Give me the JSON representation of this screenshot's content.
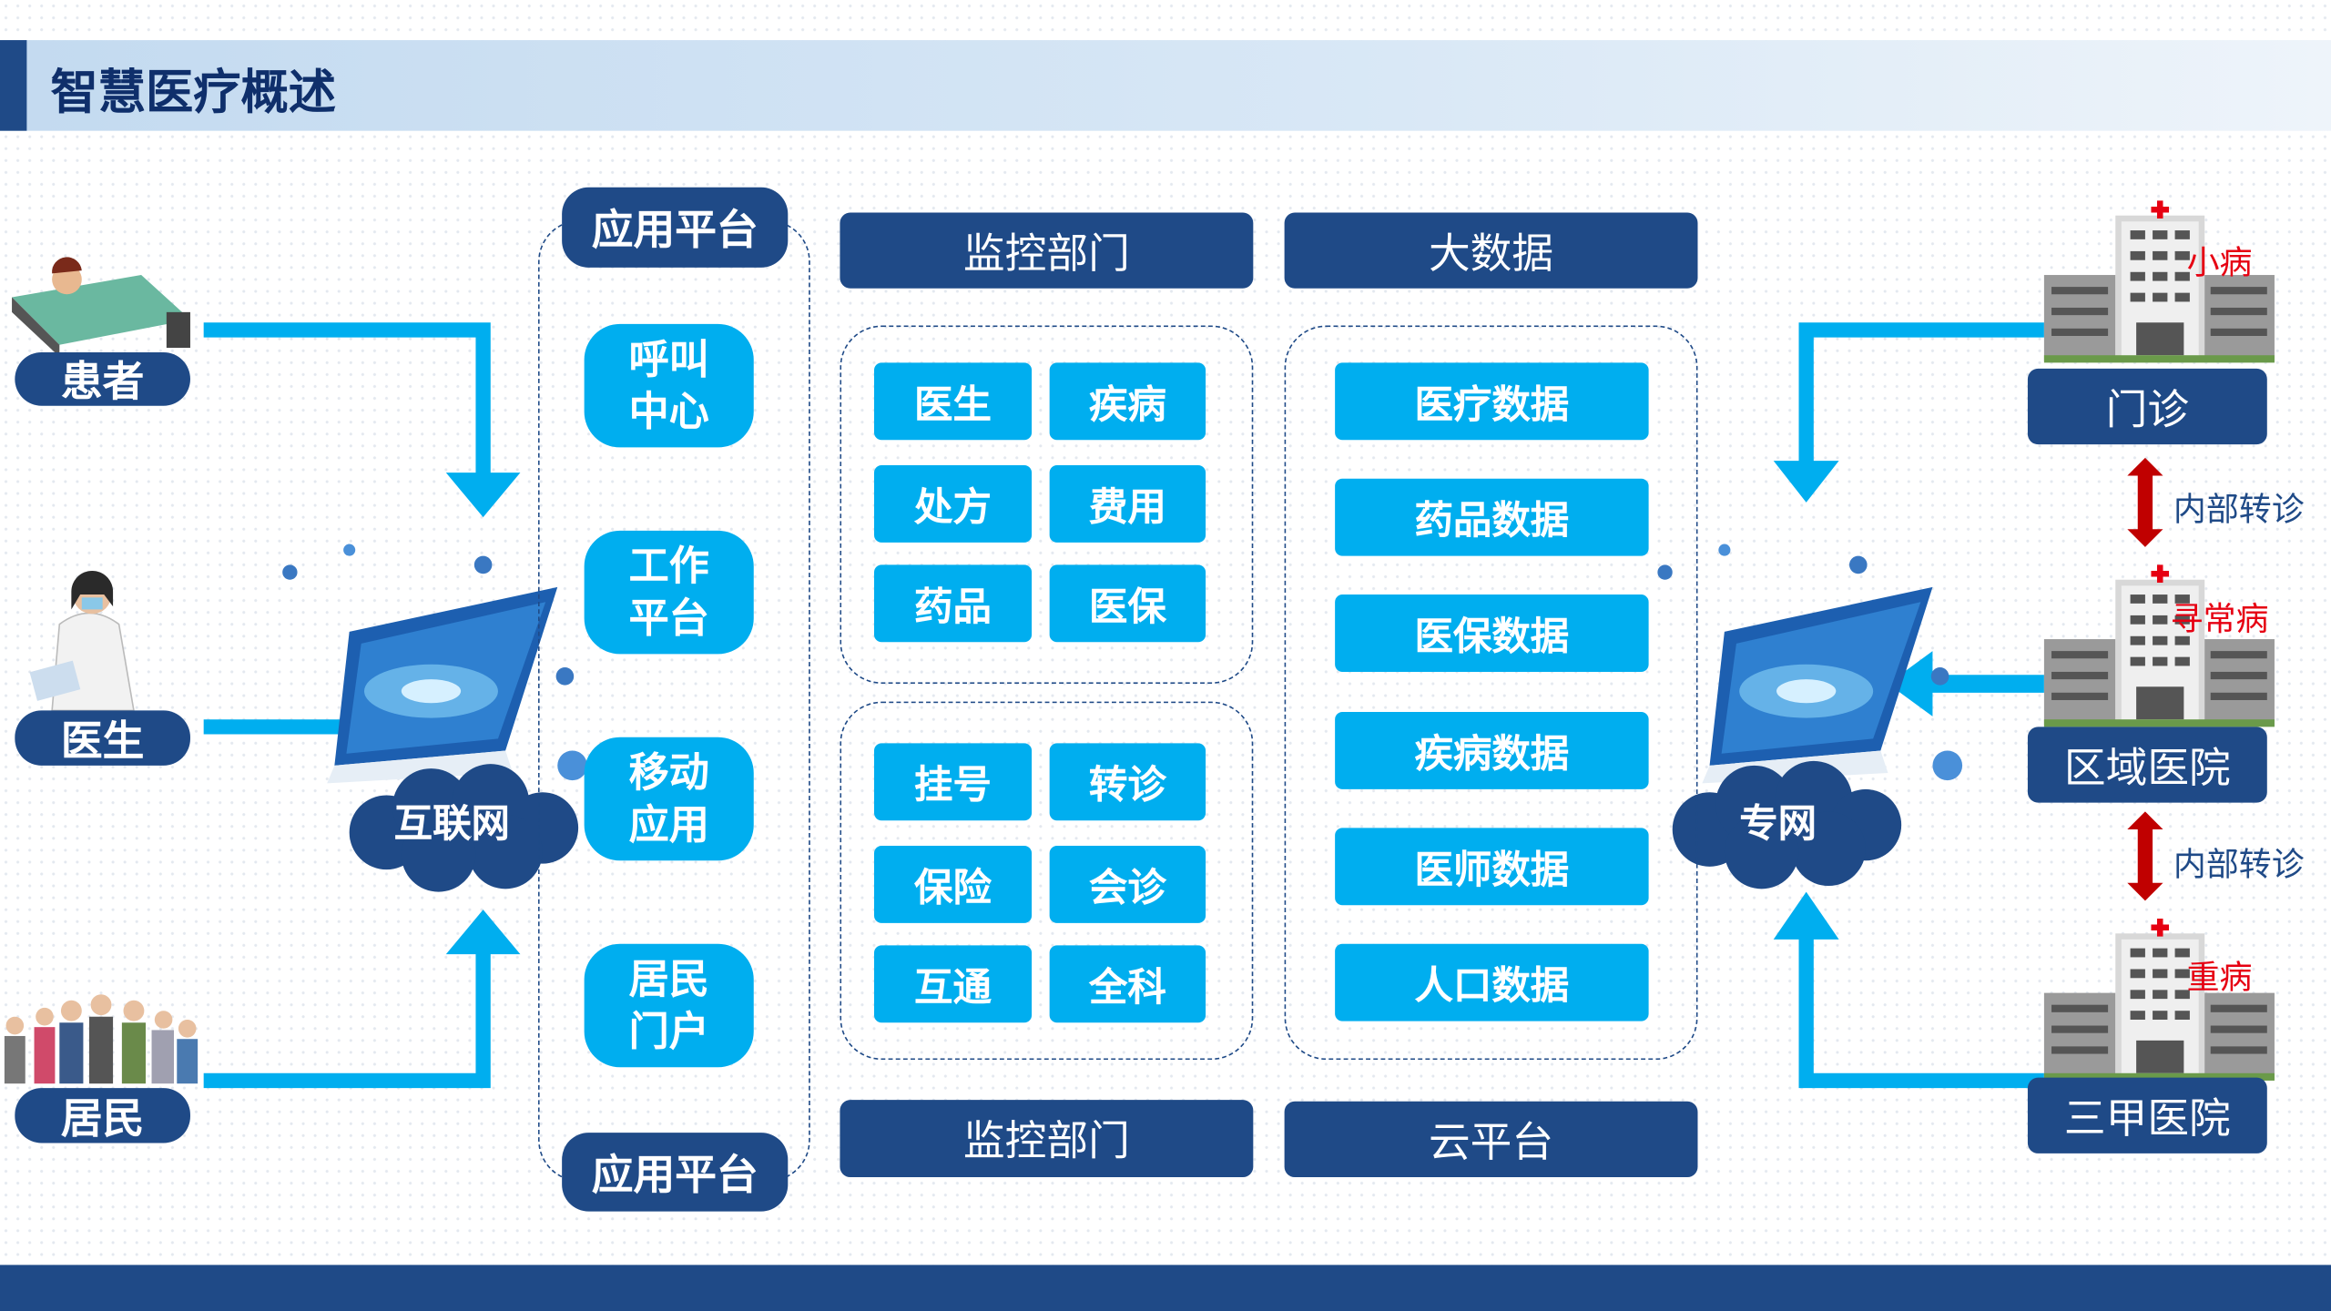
{
  "header": {
    "title": "智慧医疗概述"
  },
  "users": [
    {
      "label": "患者",
      "icon": "patient-in-bed-icon"
    },
    {
      "label": "医生",
      "icon": "doctor-icon"
    },
    {
      "label": "居民",
      "icon": "residents-group-icon"
    }
  ],
  "networks": {
    "internet": "互联网",
    "private": "专网"
  },
  "app_platform": {
    "top_label": "应用平台",
    "bottom_label": "应用平台",
    "items": [
      "呼叫中心",
      "工作平台",
      "移动应用",
      "居民门户"
    ]
  },
  "monitoring": {
    "header": "监控部门",
    "footer": "监控部门",
    "group1": [
      "医生",
      "疾病",
      "处方",
      "费用",
      "药品",
      "医保"
    ],
    "group2": [
      "挂号",
      "转诊",
      "保险",
      "会诊",
      "互通",
      "全科"
    ]
  },
  "big_data": {
    "header": "大数据",
    "footer": "云平台",
    "items": [
      "医疗数据",
      "药品数据",
      "医保数据",
      "疾病数据",
      "医师数据",
      "人口数据"
    ]
  },
  "hospitals": [
    {
      "label": "门诊",
      "severity": "小病"
    },
    {
      "label": "区域医院",
      "severity": "寻常病"
    },
    {
      "label": "三甲医院",
      "severity": "重病"
    }
  ],
  "referrals": [
    "内部转诊",
    "内部转诊"
  ],
  "colors": {
    "primary": "#1f4a87",
    "accent": "#00aeef",
    "severity": "#e60012",
    "referral_arrow": "#c00000"
  }
}
